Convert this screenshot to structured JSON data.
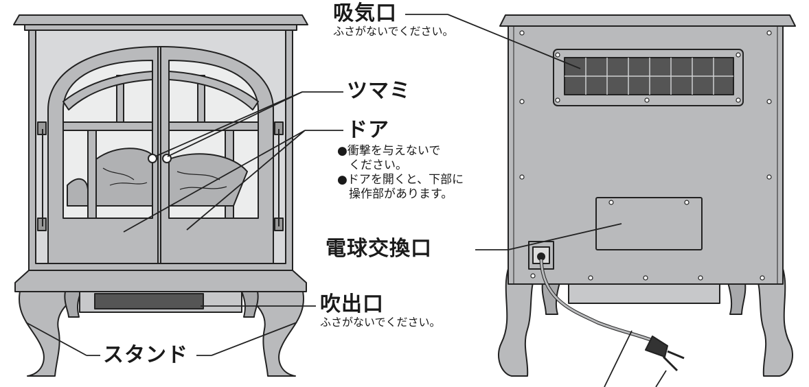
{
  "colors": {
    "body": "#b9babc",
    "body_dark": "#a8a9ab",
    "outline": "#222222",
    "inner": "#d8d9db",
    "glass": "#eceded",
    "log": "#b0b1b3"
  },
  "labels": {
    "intake": {
      "title": "吸気口",
      "note": "ふさがないでください。"
    },
    "knob": {
      "title": "ツマミ"
    },
    "door": {
      "title": "ドア",
      "notes": [
        "●衝撃を与えないで",
        "　ください。",
        "●ドアを開くと、下部に",
        "　操作部があります。"
      ]
    },
    "bulb": {
      "title": "電球交換口"
    },
    "outlet": {
      "title": "吹出口",
      "note": "ふさがないでください。"
    },
    "stand": {
      "title": "スタンド"
    }
  }
}
